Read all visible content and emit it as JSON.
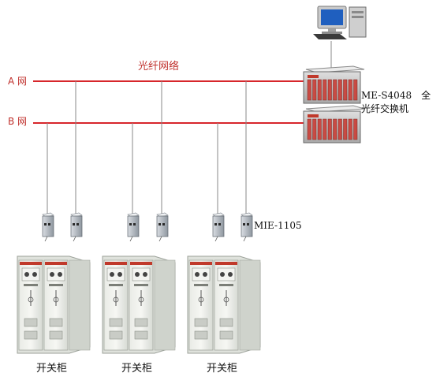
{
  "network": {
    "title": "光纤网络",
    "net_a_label": "A 网",
    "net_b_label": "B 网",
    "line_color": "#d7262b"
  },
  "switch": {
    "label_line1": "ME-S4048　全",
    "label_line2": "光纤交换机"
  },
  "converter": {
    "label": "MIE-1105"
  },
  "cabinets": [
    {
      "label": "开关柜"
    },
    {
      "label": "开关柜"
    },
    {
      "label": "开关柜"
    }
  ],
  "icons": [
    "computer-icon",
    "switch-chassis-icon",
    "media-converter-icon",
    "switchgear-cabinet-icon"
  ]
}
